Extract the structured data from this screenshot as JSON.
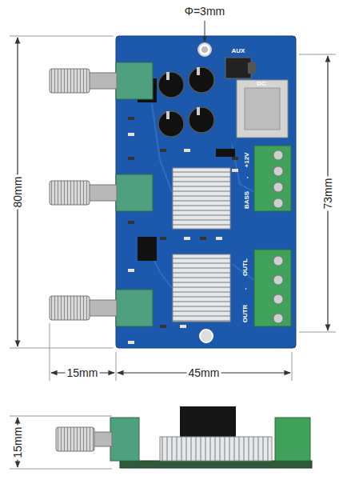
{
  "diagram": {
    "labels": [
      "Φ=3mm",
      "80mm",
      "73mm",
      "15mm",
      "45mm",
      "15mm",
      "AUX",
      "DC",
      "+12V",
      "-",
      "BASS",
      "OUTL",
      "-",
      "OUTR"
    ]
  }
}
